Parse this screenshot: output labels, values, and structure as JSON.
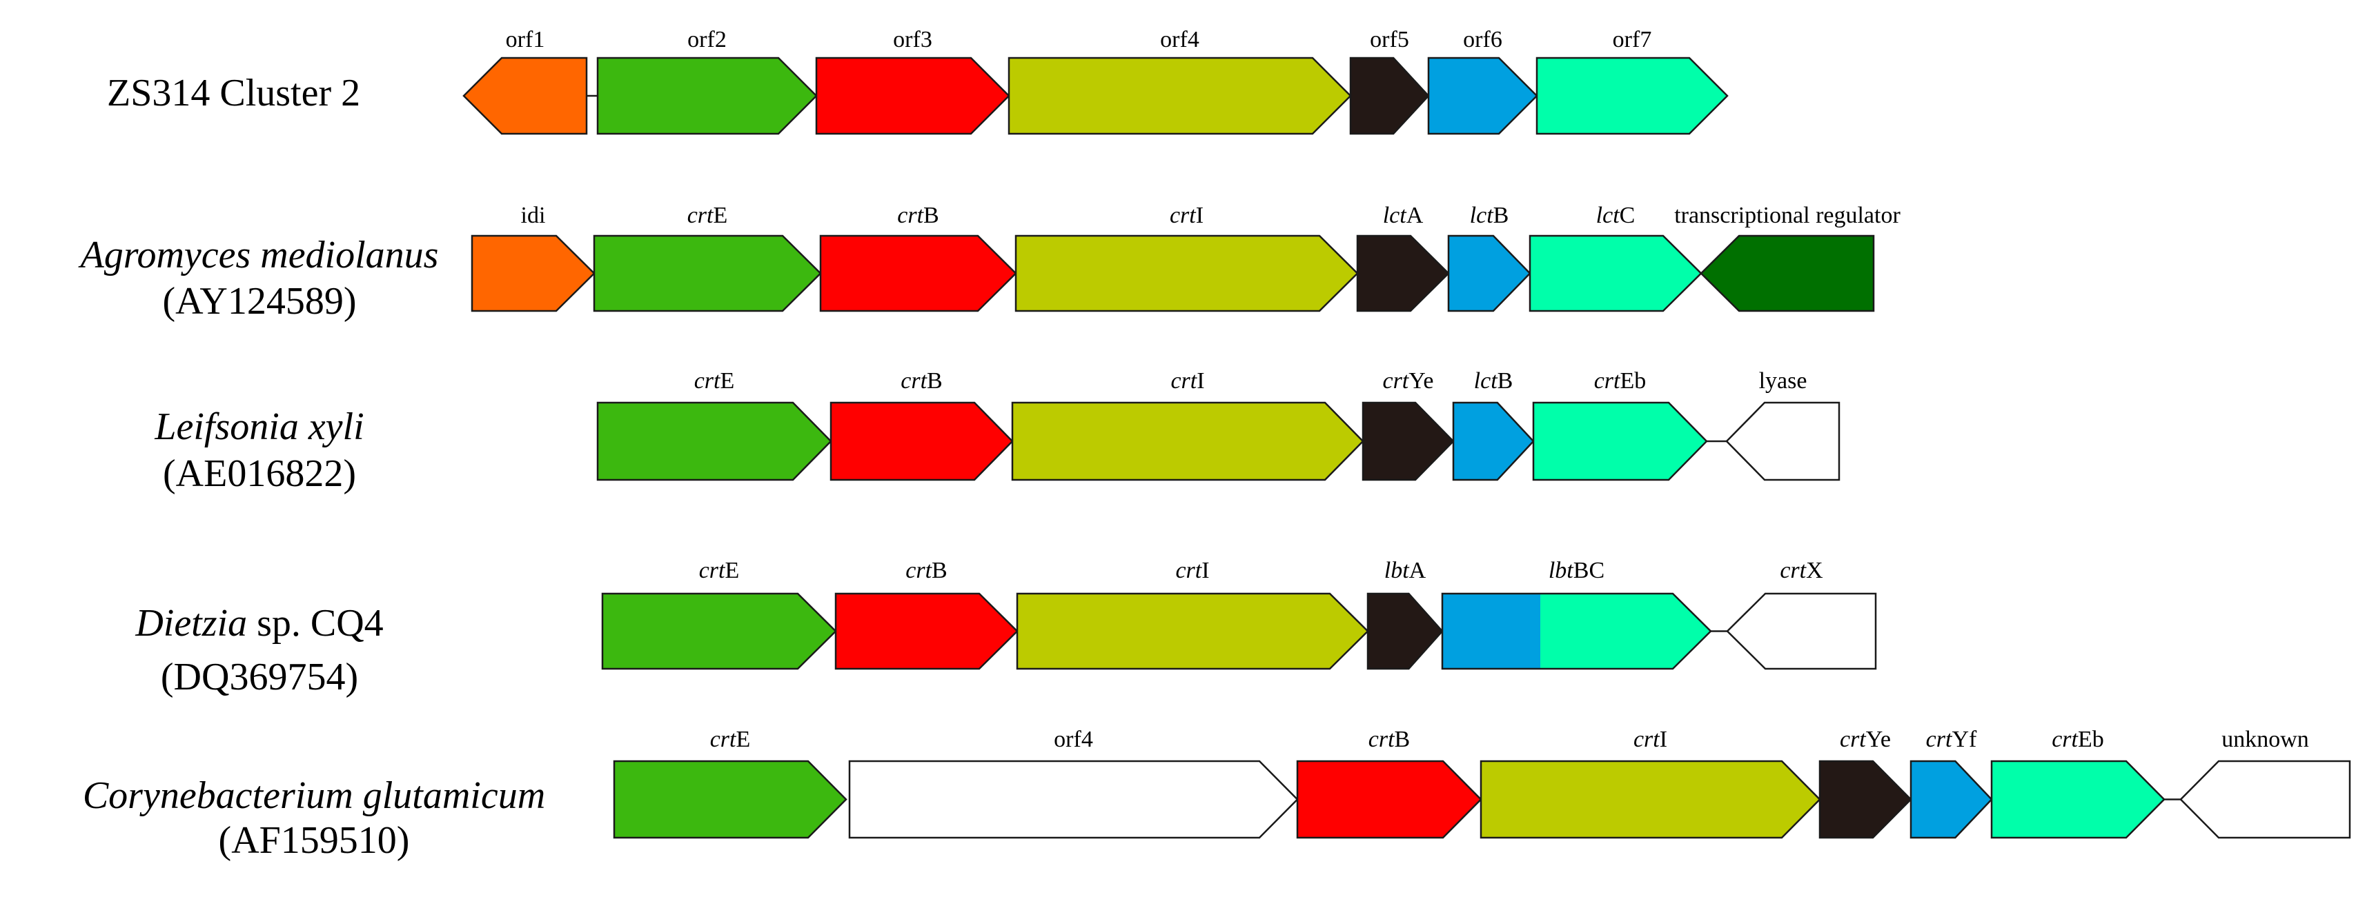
{
  "colors": {
    "orange": "#ff6600",
    "green": "#3cb80f",
    "red": "#ff0000",
    "olive": "#bccb00",
    "black": "#231815",
    "blue": "#00a0e0",
    "aqua": "#00ffaa",
    "darkgreen": "#007000",
    "white": "#ffffff"
  },
  "rows": [
    {
      "id": "zs314",
      "name_parts": [
        {
          "text": "ZS314  Cluster 2",
          "italic": false
        }
      ],
      "accession": "",
      "genes": [
        {
          "label": [
            {
              "text": "orf1",
              "italic": false
            }
          ],
          "color": "orange",
          "dir": "left"
        },
        {
          "label": [
            {
              "text": "orf2",
              "italic": false
            }
          ],
          "color": "green",
          "dir": "right"
        },
        {
          "label": [
            {
              "text": "orf3",
              "italic": false
            }
          ],
          "color": "red",
          "dir": "right"
        },
        {
          "label": [
            {
              "text": "orf4",
              "italic": false
            }
          ],
          "color": "olive",
          "dir": "right"
        },
        {
          "label": [
            {
              "text": "orf5",
              "italic": false
            }
          ],
          "color": "black",
          "dir": "right"
        },
        {
          "label": [
            {
              "text": "orf6",
              "italic": false
            }
          ],
          "color": "blue",
          "dir": "right"
        },
        {
          "label": [
            {
              "text": "orf7",
              "italic": false
            }
          ],
          "color": "aqua",
          "dir": "right"
        }
      ]
    },
    {
      "id": "agromyces",
      "name_parts": [
        {
          "text": "Agromyces mediolanus",
          "italic": true
        }
      ],
      "accession": "(AY124589)",
      "genes": [
        {
          "label": [
            {
              "text": "idi",
              "italic": false
            }
          ],
          "color": "orange",
          "dir": "right"
        },
        {
          "label": [
            {
              "text": "crt",
              "italic": true
            },
            {
              "text": "E",
              "italic": false
            }
          ],
          "color": "green",
          "dir": "right"
        },
        {
          "label": [
            {
              "text": "crt",
              "italic": true
            },
            {
              "text": "B",
              "italic": false
            }
          ],
          "color": "red",
          "dir": "right"
        },
        {
          "label": [
            {
              "text": "crt",
              "italic": true
            },
            {
              "text": "I",
              "italic": false
            }
          ],
          "color": "olive",
          "dir": "right"
        },
        {
          "label": [
            {
              "text": "lct",
              "italic": true
            },
            {
              "text": "A",
              "italic": false
            }
          ],
          "color": "black",
          "dir": "right"
        },
        {
          "label": [
            {
              "text": "lct",
              "italic": true
            },
            {
              "text": "B",
              "italic": false
            }
          ],
          "color": "blue",
          "dir": "right"
        },
        {
          "label": [
            {
              "text": "lct",
              "italic": true
            },
            {
              "text": "C",
              "italic": false
            }
          ],
          "color": "aqua",
          "dir": "right"
        },
        {
          "label": [
            {
              "text": "transcriptional regulator",
              "italic": false
            }
          ],
          "color": "darkgreen",
          "dir": "left"
        }
      ]
    },
    {
      "id": "leifsonia",
      "name_parts": [
        {
          "text": "Leifsonia xyli",
          "italic": true
        }
      ],
      "accession": "(AE016822)",
      "genes": [
        {
          "label": [
            {
              "text": "crt",
              "italic": true
            },
            {
              "text": "E",
              "italic": false
            }
          ],
          "color": "green",
          "dir": "right"
        },
        {
          "label": [
            {
              "text": "crt",
              "italic": true
            },
            {
              "text": "B",
              "italic": false
            }
          ],
          "color": "red",
          "dir": "right"
        },
        {
          "label": [
            {
              "text": "crt",
              "italic": true
            },
            {
              "text": "I",
              "italic": false
            }
          ],
          "color": "olive",
          "dir": "right"
        },
        {
          "label": [
            {
              "text": "crt",
              "italic": true
            },
            {
              "text": "Ye",
              "italic": false
            }
          ],
          "color": "black",
          "dir": "right"
        },
        {
          "label": [
            {
              "text": "lct",
              "italic": true
            },
            {
              "text": "B",
              "italic": false
            }
          ],
          "color": "blue",
          "dir": "right"
        },
        {
          "label": [
            {
              "text": "crt",
              "italic": true
            },
            {
              "text": "Eb",
              "italic": false
            }
          ],
          "color": "aqua",
          "dir": "right"
        },
        {
          "label": [
            {
              "text": "lyase",
              "italic": false
            }
          ],
          "color": "white",
          "dir": "left"
        }
      ]
    },
    {
      "id": "dietzia",
      "name_parts": [
        {
          "text": "Dietzia",
          "italic": true
        },
        {
          "text": " sp. CQ4",
          "italic": false
        }
      ],
      "accession": "(DQ369754)",
      "genes": [
        {
          "label": [
            {
              "text": "crt",
              "italic": true
            },
            {
              "text": "E",
              "italic": false
            }
          ],
          "color": "green",
          "dir": "right"
        },
        {
          "label": [
            {
              "text": "crt",
              "italic": true
            },
            {
              "text": "B",
              "italic": false
            }
          ],
          "color": "red",
          "dir": "right"
        },
        {
          "label": [
            {
              "text": "crt",
              "italic": true
            },
            {
              "text": "I",
              "italic": false
            }
          ],
          "color": "olive",
          "dir": "right"
        },
        {
          "label": [
            {
              "text": "lbt",
              "italic": true
            },
            {
              "text": "A",
              "italic": false
            }
          ],
          "color": "black",
          "dir": "right"
        },
        {
          "label": [
            {
              "text": "lbt",
              "italic": true
            },
            {
              "text": "BC",
              "italic": false
            }
          ],
          "color": "aqua",
          "split_color": "blue",
          "dir": "right"
        },
        {
          "label": [
            {
              "text": "crt",
              "italic": true
            },
            {
              "text": "X",
              "italic": false
            }
          ],
          "color": "white",
          "dir": "left"
        }
      ]
    },
    {
      "id": "corynebacterium",
      "name_parts": [
        {
          "text": "Corynebacterium glutamicum",
          "italic": true
        }
      ],
      "accession": "(AF159510)",
      "genes": [
        {
          "label": [
            {
              "text": "crt",
              "italic": true
            },
            {
              "text": "E",
              "italic": false
            }
          ],
          "color": "green",
          "dir": "right"
        },
        {
          "label": [
            {
              "text": "orf4",
              "italic": false
            }
          ],
          "color": "white",
          "dir": "right"
        },
        {
          "label": [
            {
              "text": "crt",
              "italic": true
            },
            {
              "text": "B",
              "italic": false
            }
          ],
          "color": "red",
          "dir": "right"
        },
        {
          "label": [
            {
              "text": "crt",
              "italic": true
            },
            {
              "text": "I",
              "italic": false
            }
          ],
          "color": "olive",
          "dir": "right"
        },
        {
          "label": [
            {
              "text": "crt",
              "italic": true
            },
            {
              "text": "Ye",
              "italic": false
            }
          ],
          "color": "black",
          "dir": "right"
        },
        {
          "label": [
            {
              "text": "crt",
              "italic": true
            },
            {
              "text": "Yf",
              "italic": false
            }
          ],
          "color": "blue",
          "dir": "right"
        },
        {
          "label": [
            {
              "text": "crt",
              "italic": true
            },
            {
              "text": "Eb",
              "italic": false
            }
          ],
          "color": "aqua",
          "dir": "right"
        },
        {
          "label": [
            {
              "text": "unknown",
              "italic": false
            }
          ],
          "color": "white",
          "dir": "left"
        }
      ]
    }
  ]
}
